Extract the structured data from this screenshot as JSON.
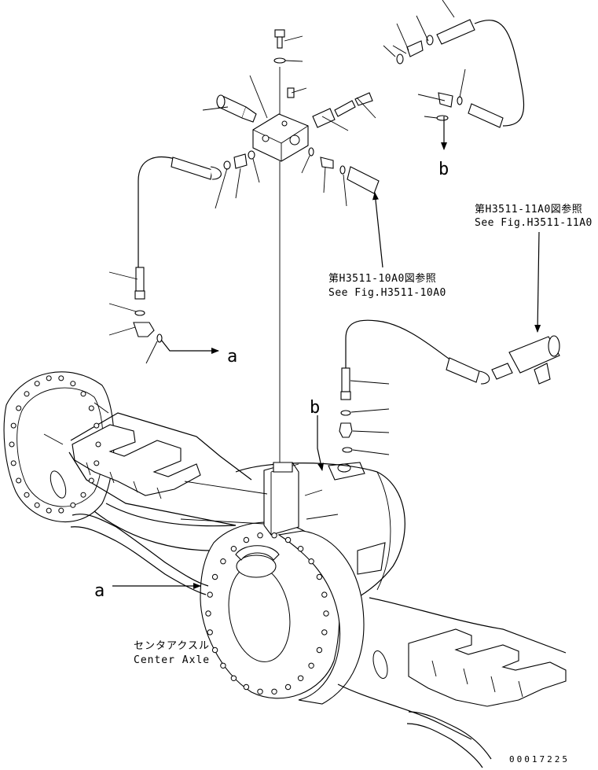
{
  "references": {
    "fig_10a0_jp": "第H3511-10A0図参照",
    "fig_10a0_en": "See Fig.H3511-10A0",
    "fig_11a0_jp": "第H3511-11A0図参照",
    "fig_11a0_en": "See Fig.H3511-11A0"
  },
  "markers": {
    "a_left": "a",
    "a_bottom": "a",
    "b_right": "b",
    "b_mid": "b"
  },
  "caption": {
    "jp": "センタアクスル",
    "en": "Center Axle"
  },
  "drawing_code": "00017225"
}
